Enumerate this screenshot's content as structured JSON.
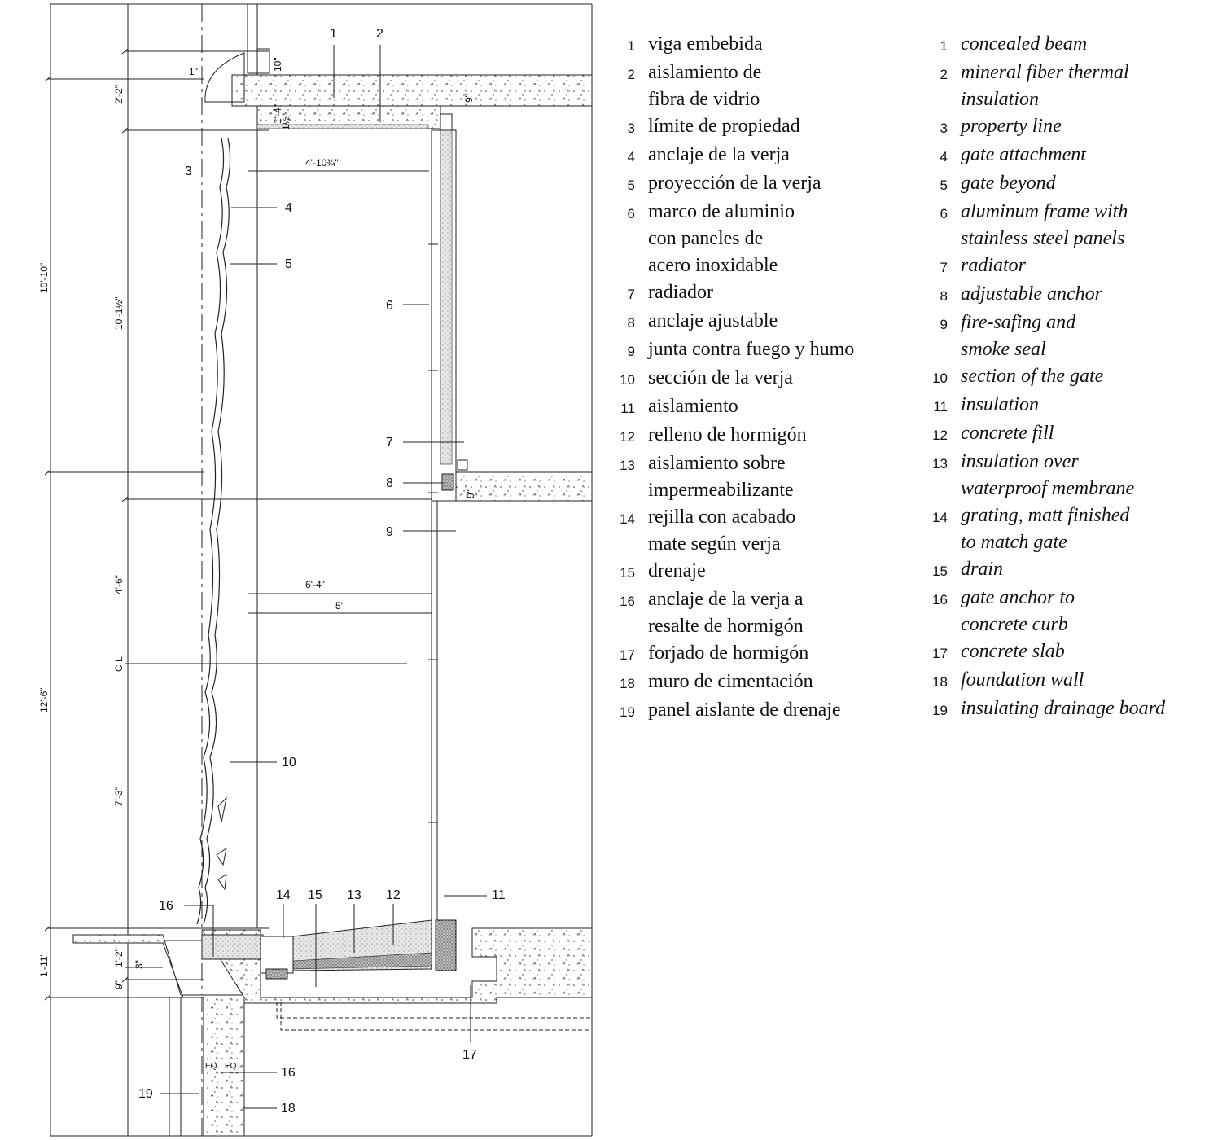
{
  "dimensions": {
    "d_2_2": "2'-2\"",
    "d_10_10": "10'-10\"",
    "d_10_1_5": "10'-1½\"",
    "d_4_6": "4'-6\"",
    "d_12_6": "12'-6\"",
    "d_7_3": "7'-3\"",
    "d_1_11": "1'-11\"",
    "d_1_2": "1'-2\"",
    "d_3": "3\"",
    "d_9": "9\"",
    "d_1": "1\"",
    "d_10": "10\"",
    "d_1_4": "1'-4\"",
    "d_1_5": "1½\"",
    "d_9b": "9\"",
    "d_9c": "9\"",
    "d_4_10": "4'-10¾\"",
    "d_6_4": "6'-4\"",
    "d_5": "5'",
    "eq": "EQ.",
    "cl": "C L"
  },
  "callouts": {
    "c1": "1",
    "c2": "2",
    "c3": "3",
    "c4": "4",
    "c5": "5",
    "c6": "6",
    "c7": "7",
    "c8": "8",
    "c9": "9",
    "c10": "10",
    "c11": "11",
    "c12": "12",
    "c13": "13",
    "c14": "14",
    "c15": "15",
    "c16a": "16",
    "c16b": "16",
    "c17": "17",
    "c18": "18",
    "c19": "19"
  },
  "legend_es": [
    {
      "n": "1",
      "t": "viga embebida"
    },
    {
      "n": "2",
      "t": "aislamiento de\nfibra de vidrio"
    },
    {
      "n": "3",
      "t": "límite de propiedad"
    },
    {
      "n": "4",
      "t": "anclaje de la verja"
    },
    {
      "n": "5",
      "t": "proyección de la verja"
    },
    {
      "n": "6",
      "t": "marco de aluminio\ncon paneles de\nacero inoxidable"
    },
    {
      "n": "7",
      "t": "radiador"
    },
    {
      "n": "8",
      "t": "anclaje ajustable"
    },
    {
      "n": "9",
      "t": "junta contra fuego y humo"
    },
    {
      "n": "10",
      "t": "sección de la verja"
    },
    {
      "n": "11",
      "t": "aislamiento"
    },
    {
      "n": "12",
      "t": "relleno de hormigón"
    },
    {
      "n": "13",
      "t": "aislamiento sobre\nimpermeabilizante"
    },
    {
      "n": "14",
      "t": "rejilla con acabado\nmate según verja"
    },
    {
      "n": "15",
      "t": "drenaje"
    },
    {
      "n": "16",
      "t": "anclaje de la verja a\nresalte de hormigón"
    },
    {
      "n": "17",
      "t": "forjado de hormigón"
    },
    {
      "n": "18",
      "t": "muro de cimentación"
    },
    {
      "n": "19",
      "t": "panel aislante de drenaje"
    }
  ],
  "legend_en": [
    {
      "n": "1",
      "t": "concealed beam"
    },
    {
      "n": "2",
      "t": "mineral fiber thermal\ninsulation"
    },
    {
      "n": "3",
      "t": "property line"
    },
    {
      "n": "4",
      "t": "gate attachment"
    },
    {
      "n": "5",
      "t": "gate beyond"
    },
    {
      "n": "6",
      "t": "aluminum frame with\nstainless steel panels"
    },
    {
      "n": "7",
      "t": "radiator"
    },
    {
      "n": "8",
      "t": "adjustable anchor"
    },
    {
      "n": "9",
      "t": "fire-safing and\nsmoke seal"
    },
    {
      "n": "10",
      "t": "section of the gate"
    },
    {
      "n": "11",
      "t": "insulation"
    },
    {
      "n": "12",
      "t": "concrete fill"
    },
    {
      "n": "13",
      "t": "insulation over\nwaterproof membrane"
    },
    {
      "n": "14",
      "t": "grating, matt finished\nto match gate"
    },
    {
      "n": "15",
      "t": "drain"
    },
    {
      "n": "16",
      "t": "gate anchor to\nconcrete curb"
    },
    {
      "n": "17",
      "t": "concrete slab"
    },
    {
      "n": "18",
      "t": "foundation wall"
    },
    {
      "n": "19",
      "t": "insulating drainage board"
    }
  ]
}
